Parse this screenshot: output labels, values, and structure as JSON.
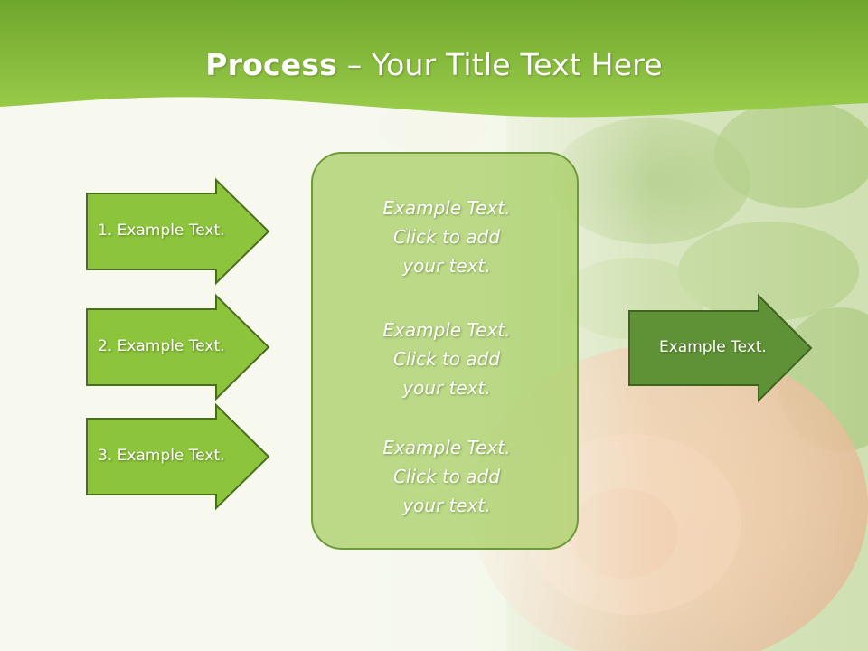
{
  "slide": {
    "title_bold": "Process",
    "title_rest": " – Your Title Text Here"
  },
  "left_arrows": [
    {
      "label": "1. Example Text."
    },
    {
      "label": "2. Example Text."
    },
    {
      "label": "3. Example Text."
    }
  ],
  "center_box": {
    "paragraphs": [
      {
        "line1": "Example Text.",
        "line2": "Click  to add",
        "line3": "your text."
      },
      {
        "line1": "Example Text.",
        "line2": "Click  to add",
        "line3": "your text."
      },
      {
        "line1": "Example Text.",
        "line2": "Click  to add",
        "line3": "your text."
      }
    ]
  },
  "right_arrow": {
    "label": "Example Text."
  },
  "colors": {
    "header_green": "#8cc43c",
    "arrow_fill": "#8cc43c",
    "arrow_border": "#4a6e1e",
    "right_arrow_fill": "#5f9236",
    "box_fill": "#aad069"
  }
}
